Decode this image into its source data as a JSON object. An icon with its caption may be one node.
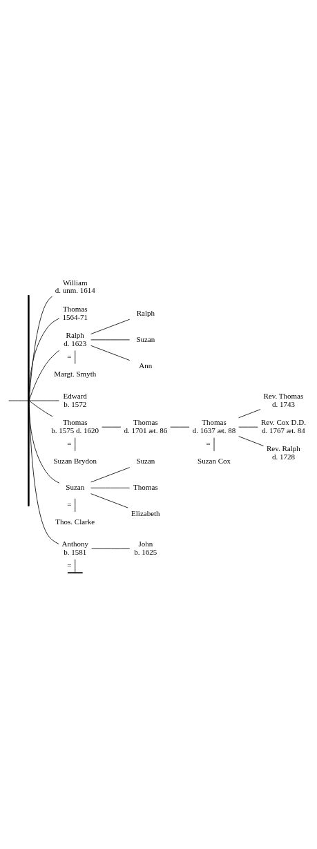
{
  "diagram": {
    "nodes": [
      {
        "text": [],
        "shape": "bar"
      },
      {
        "text": [
          "William",
          "d. unm. 1614"
        ]
      },
      {
        "text": [
          "Thomas",
          "1564-71"
        ]
      },
      {
        "text": [
          "Ralph",
          "d. 1623"
        ]
      },
      {
        "text": [
          "Margt. Smyth"
        ]
      },
      {
        "text": [
          "Ralph"
        ]
      },
      {
        "text": [
          "Suzan"
        ]
      },
      {
        "text": [
          "Ann"
        ]
      },
      {
        "text": [
          "Edward",
          "b. 1572"
        ]
      },
      {
        "text": [
          "Thomas",
          "b. 1575 d. 1620"
        ]
      },
      {
        "text": [
          "Suzan Brydon"
        ]
      },
      {
        "text": [
          "Thomas",
          "d. 1701 æt. 86"
        ]
      },
      {
        "text": [
          "Thomas",
          "d. 1637 æt. 88"
        ]
      },
      {
        "text": [
          "Suzan Cox"
        ]
      },
      {
        "text": [
          "Rev. Thomas",
          "d. 1743"
        ]
      },
      {
        "text": [
          "Rev. Cox D.D.",
          "d. 1767 æt. 84"
        ]
      },
      {
        "text": [
          "Rev. Ralph",
          "d. 1728"
        ]
      },
      {
        "text": [
          "Suzan"
        ]
      },
      {
        "text": [
          "Thos. Clarke"
        ]
      },
      {
        "text": [
          "Suzan"
        ]
      },
      {
        "text": [
          "Thomas"
        ]
      },
      {
        "text": [
          "Elizabeth"
        ]
      },
      {
        "text": [
          "Anthony",
          "b. 1581"
        ]
      },
      {
        "text": [],
        "shape": "bar"
      },
      {
        "text": [
          "John",
          "b. 1625"
        ]
      }
    ],
    "edges": [
      {
        "from": null,
        "to": 0,
        "arrow": "none"
      },
      {
        "from": 0,
        "to": 1,
        "arrow": "none"
      },
      {
        "from": 0,
        "to": 2,
        "arrow": "none"
      },
      {
        "from": 0,
        "to": 3,
        "arrow": "none"
      },
      {
        "from": 3,
        "to": 4,
        "arrow": "none",
        "label": "="
      },
      {
        "from": 3,
        "to": 5,
        "arrow": "none"
      },
      {
        "from": 3,
        "to": 6,
        "arrow": "none"
      },
      {
        "from": 3,
        "to": 7,
        "arrow": "none"
      },
      {
        "from": 0,
        "to": 8,
        "arrow": "none"
      },
      {
        "from": 0,
        "to": 9,
        "arrow": "none"
      },
      {
        "from": 9,
        "to": 10,
        "arrow": "none",
        "label": "="
      },
      {
        "from": 9,
        "to": 11,
        "arrow": "none"
      },
      {
        "from": 11,
        "to": 12,
        "arrow": "none"
      },
      {
        "from": 12,
        "to": 13,
        "arrow": "none",
        "label": "="
      },
      {
        "from": 12,
        "to": 14,
        "arrow": "none"
      },
      {
        "from": 12,
        "to": 15,
        "arrow": "none"
      },
      {
        "from": 12,
        "to": 16,
        "arrow": "none"
      },
      {
        "from": 0,
        "to": 17,
        "arrow": "none"
      },
      {
        "from": 17,
        "to": 18,
        "arrow": "none",
        "label": "="
      },
      {
        "from": 17,
        "to": 19,
        "arrow": "none"
      },
      {
        "from": 17,
        "to": 20,
        "arrow": "none"
      },
      {
        "from": 17,
        "to": 21,
        "arrow": "none"
      },
      {
        "from": 0,
        "to": 22,
        "arrow": "none"
      },
      {
        "from": 22,
        "to": 23,
        "arrow": "none",
        "label": "="
      },
      {
        "from": 22,
        "to": 24,
        "arrow": "none"
      }
    ]
  }
}
